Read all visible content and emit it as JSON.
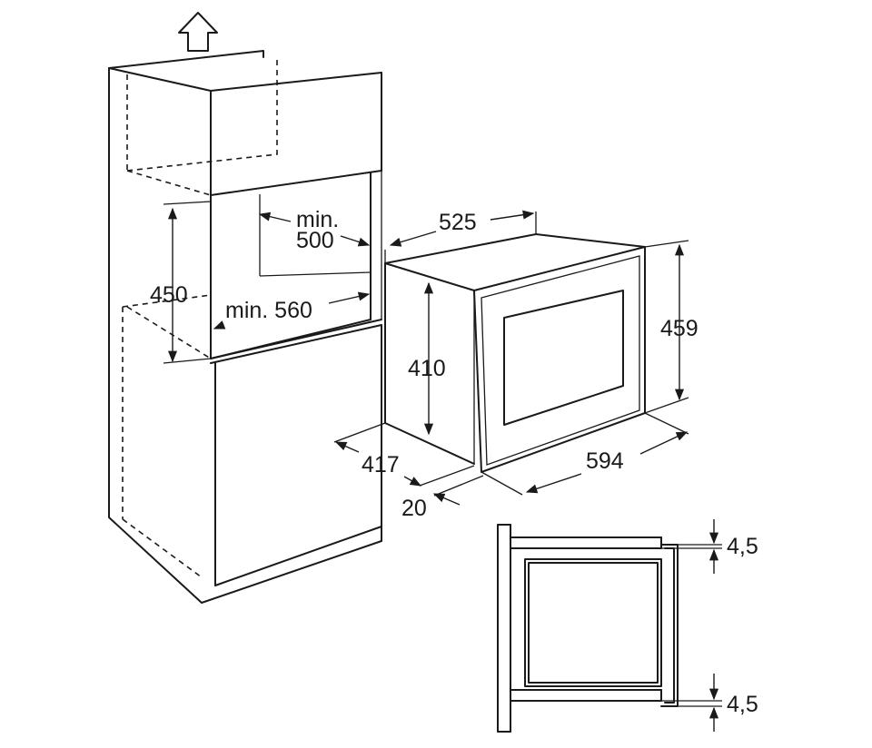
{
  "labels": {
    "cab_depth_l1": "min.",
    "cab_depth_l2": "500",
    "cab_height": "450",
    "cab_width": "min. 560",
    "oven_depth": "525",
    "oven_body_height": "410",
    "oven_front_height": "459",
    "oven_front_width": "594",
    "oven_frame_depth": "417",
    "oven_front_offset": "20",
    "gap_top": "4,5",
    "gap_bottom": "4,5"
  },
  "icons": {
    "lift": "up-arrow-outline-icon"
  },
  "colors": {
    "line": "#1a1a1a",
    "background": "#ffffff"
  }
}
